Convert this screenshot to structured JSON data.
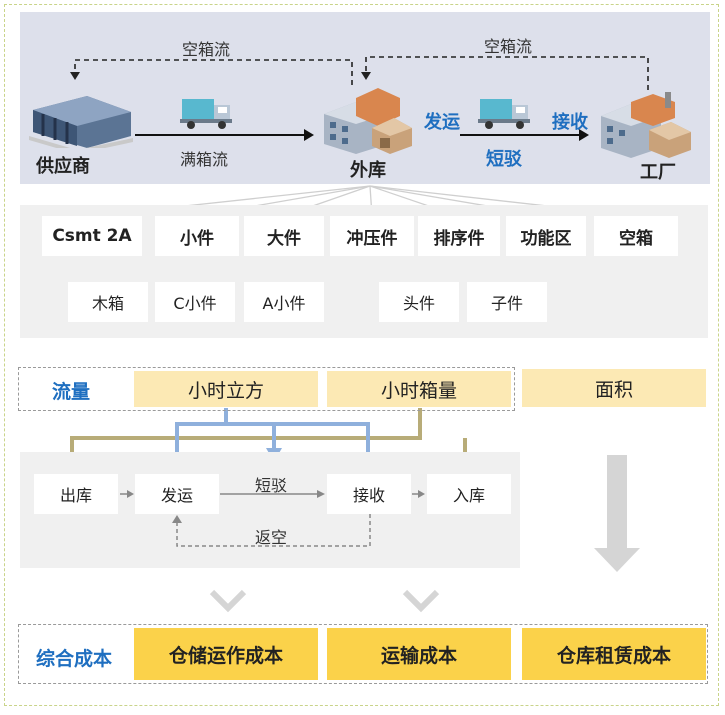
{
  "flow": {
    "empty_flow_left": "空箱流",
    "empty_flow_right": "空箱流",
    "supplier": "供应商",
    "full_flow": "满箱流",
    "outer_warehouse": "外库",
    "ship": "发运",
    "shuttle": "短驳",
    "receive": "接收",
    "factory": "工厂"
  },
  "categories": [
    "Csmt 2A",
    "小件",
    "大件",
    "冲压件",
    "排序件",
    "功能区",
    "空箱"
  ],
  "subcategories": {
    "small_parts": [
      "木箱",
      "C小件",
      "A小件"
    ],
    "sequence_parts": [
      "头件",
      "子件"
    ]
  },
  "drivers": {
    "label": "流量",
    "hourly_cube": "小时立方",
    "hourly_boxes": "小时箱量",
    "area": "面积"
  },
  "process": {
    "outbound": "出库",
    "ship": "发运",
    "shuttle": "短驳",
    "receive": "接收",
    "inbound": "入库",
    "return_empty": "返空"
  },
  "costs": {
    "label": "综合成本",
    "warehouse_ops": "仓储运作成本",
    "transport": "运输成本",
    "rental": "仓库租赁成本"
  },
  "colors": {
    "blue_text": "#1f6fc0",
    "yellow_light": "#fce9b4",
    "yellow_strong": "#fbd24a",
    "blue_arrow": "#8fb0dc",
    "olive_arrow": "#b8ac78"
  }
}
